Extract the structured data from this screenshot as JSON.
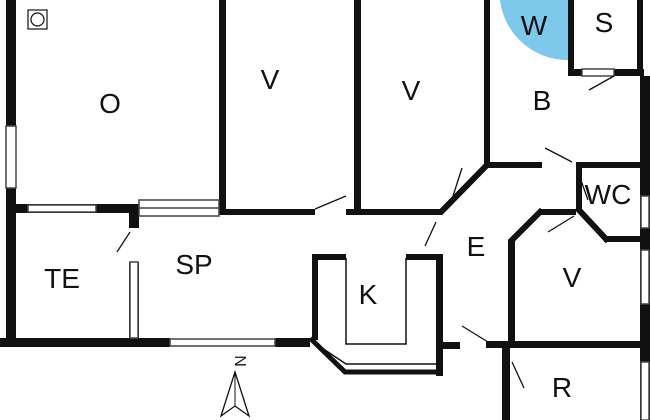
{
  "colors": {
    "wall": "#111111",
    "window": "#ffffff",
    "window_stroke": "#444444",
    "whirlpool": "#7ec8ec",
    "background": "#ffffff"
  },
  "rooms": {
    "o": "O",
    "v1": "V",
    "v2": "V",
    "w": "W",
    "s": "S",
    "b": "B",
    "wc": "WC",
    "te": "TE",
    "sp": "SP",
    "k": "K",
    "e": "E",
    "v3": "V",
    "r": "R"
  },
  "compass": {
    "label": "N",
    "icon": "north-arrow-icon"
  },
  "icons": {
    "fireplace": "fireplace-icon"
  }
}
